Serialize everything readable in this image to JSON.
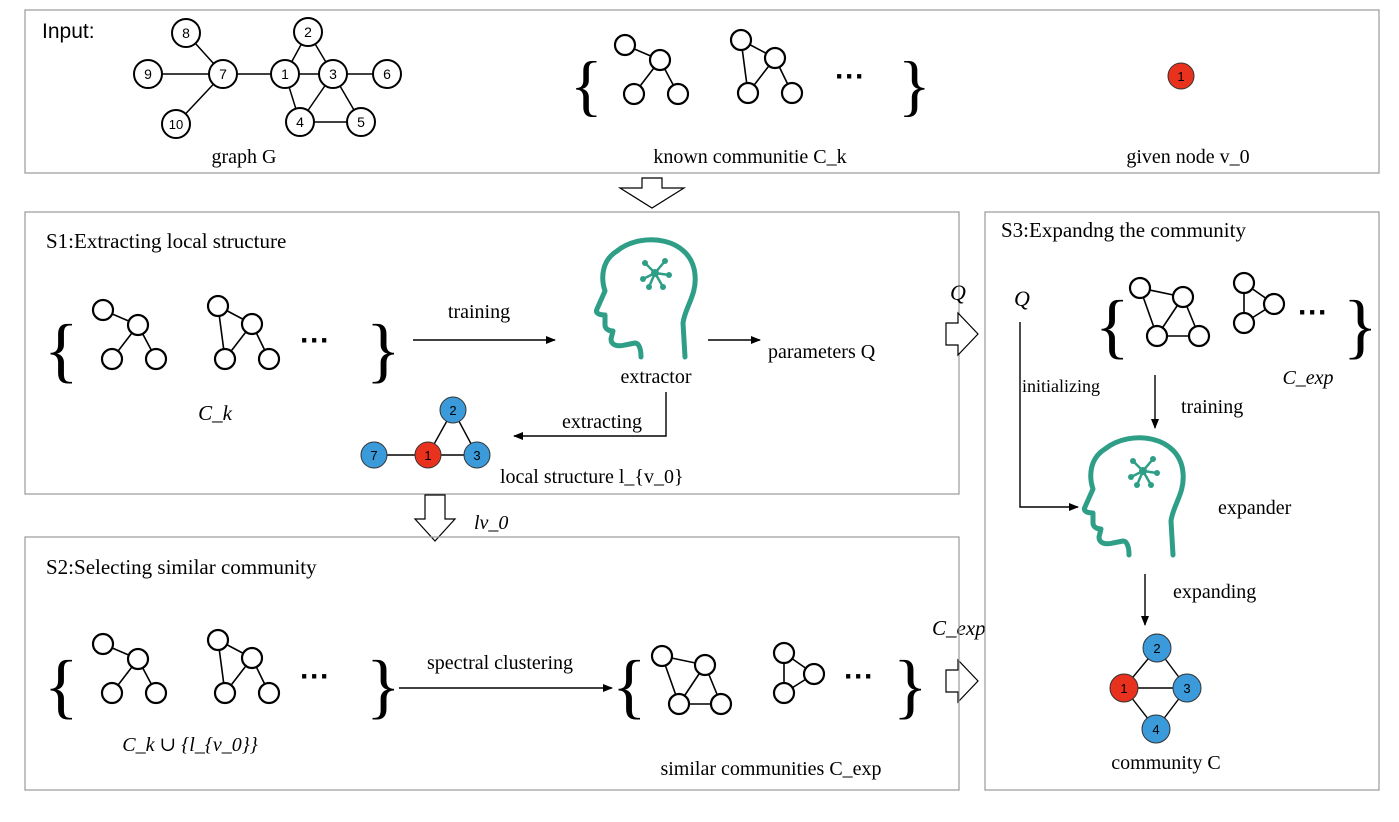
{
  "input": {
    "label": "Input:",
    "graph_caption": "graph G",
    "graph_nodes": [
      "8",
      "9",
      "7",
      "10",
      "2",
      "1",
      "3",
      "6",
      "4",
      "5"
    ],
    "known_caption": "known communitie C_k",
    "given_caption": "given node v_0",
    "given_node": "1"
  },
  "s1": {
    "title": "S1:Extracting local structure",
    "ck_label": "C_k",
    "training": "training",
    "extractor": "extractor",
    "parameters": "parameters Q",
    "extracting": "extracting",
    "local_structure": "local structure l_{v_0}",
    "nodes": [
      "2",
      "7",
      "1",
      "3"
    ]
  },
  "between": {
    "lv0": "lv_0",
    "q_arrow": "Q",
    "cexp_arrow": "C_exp"
  },
  "s2": {
    "title": "S2:Selecting similar community",
    "union_label": "C_k ∪ {l_{v_0}}",
    "spectral": "spectral clustering",
    "similar": "similar communities C_exp"
  },
  "s3": {
    "title": "S3:Expandng the community",
    "q_label": "Q",
    "cexp_label": "C_exp",
    "initializing": "initializing",
    "training": "training",
    "expander": "expander",
    "expanding": "expanding",
    "community": "community C",
    "nodes": [
      "2",
      "1",
      "3",
      "4"
    ]
  },
  "colors": {
    "teal": "#2e9e87",
    "red": "#e8321e",
    "blue": "#3b9ad9"
  }
}
